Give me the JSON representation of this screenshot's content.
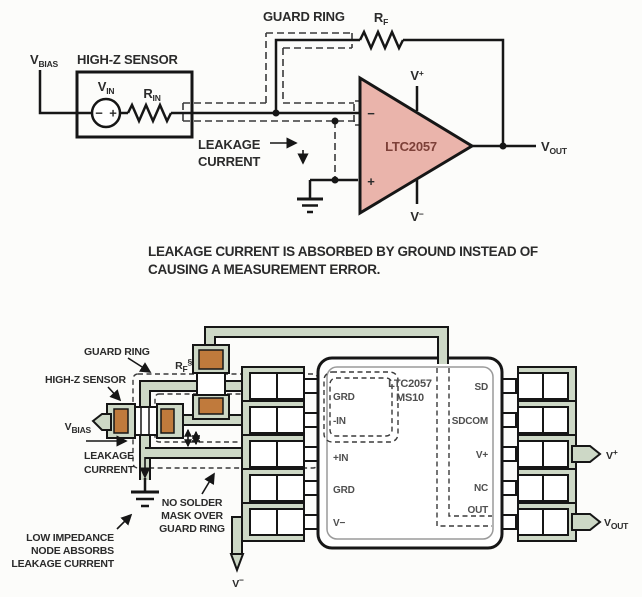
{
  "colors": {
    "line": "#161616",
    "opamp_pink": "#eab4ab",
    "opamp_text": "#7d4038",
    "trace_green": "#cdd8c6",
    "pad_orange": "#c07a3c",
    "ic_text": "#4f4f4f",
    "label_text": "#2b2b2b",
    "background": "#fcfcfa",
    "dash_gray": "#3a3a3a"
  },
  "schematic": {
    "guard_ring": "GUARD RING",
    "rf": {
      "base": "R",
      "sub": "F"
    },
    "vbias": {
      "base": "V",
      "sub": "BIAS"
    },
    "sensor_title": "HIGH-Z SENSOR",
    "vin": {
      "base": "V",
      "sub": "IN"
    },
    "rin": {
      "base": "R",
      "sub": "IN"
    },
    "source_minus": "−",
    "source_plus": "+",
    "leakage_line1": "LEAKAGE",
    "leakage_line2": "CURRENT",
    "opamp_name": "LTC2057",
    "opamp_minus": "−",
    "opamp_plus": "+",
    "vplus": {
      "base": "V",
      "sup": "+"
    },
    "vminus": {
      "base": "V",
      "sup": "−"
    },
    "vout": {
      "base": "V",
      "sub": "OUT"
    },
    "caption_line1": "LEAKAGE CURRENT IS ABSORBED BY GROUND INSTEAD OF",
    "caption_line2": "CAUSING A MEASUREMENT ERROR."
  },
  "pcb": {
    "guard_ring": "GUARD RING",
    "sensor": "HIGH-Z SENSOR",
    "vbias": {
      "base": "V",
      "sub": "BIAS"
    },
    "rf": {
      "base": "R",
      "sub": "F",
      "sup": "§"
    },
    "leakage_line1": "LEAKAGE",
    "leakage_line2": "CURRENT",
    "low_impedance": [
      "LOW IMPEDANCE",
      "NODE ABSORBS",
      "LEAKAGE CURRENT"
    ],
    "no_solder": [
      "NO SOLDER",
      "MASK OVER",
      "GUARD RING"
    ],
    "ic": {
      "name": "LTC2057",
      "package": "MS10",
      "left_pins": [
        "GRD",
        "-IN",
        "+IN",
        "GRD",
        "V−"
      ],
      "right_pins": [
        "SD",
        "SDCOM",
        "V+",
        "NC",
        "OUT"
      ]
    },
    "vminus": {
      "base": "V",
      "sup": "−"
    },
    "vplus": {
      "base": "V",
      "sup": "+"
    },
    "vout": {
      "base": "V",
      "sub": "OUT"
    }
  }
}
